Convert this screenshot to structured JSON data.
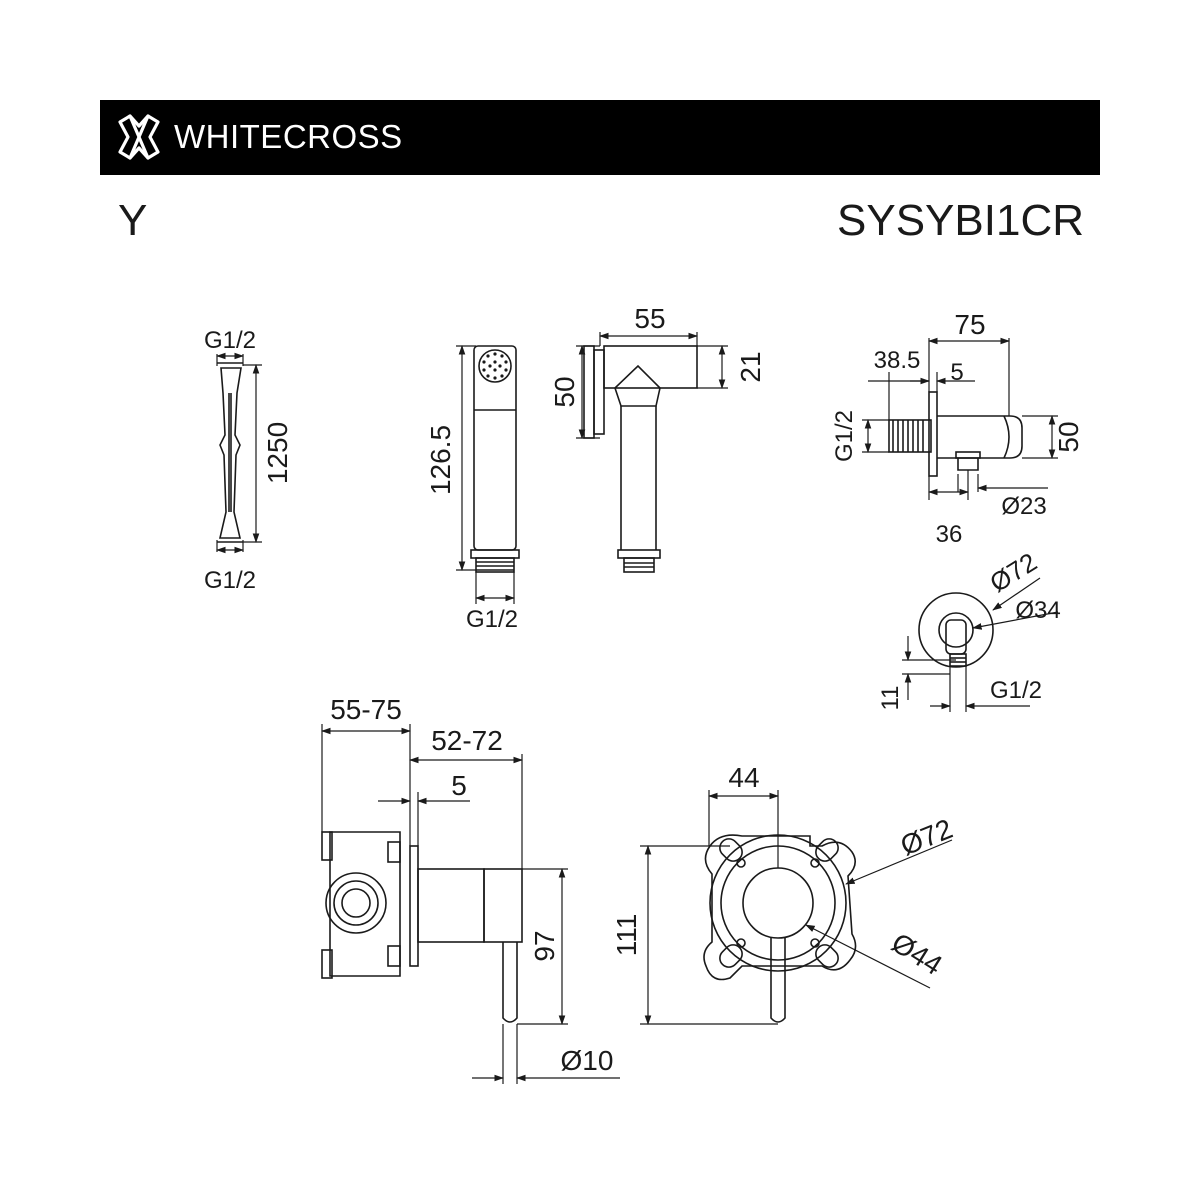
{
  "header": {
    "brand": "WHITECROSS",
    "series": "Y",
    "model": "SYSYBI1CR",
    "colors": {
      "banner": "#000000",
      "brand_text": "#ffffff",
      "line": "#1a1a1a"
    },
    "logo_icon": "cross-knot-logo-icon"
  },
  "dimensions": {
    "hose_thread_top": "G1/2",
    "hose_length": "1250",
    "hose_thread_bottom": "G1/2",
    "handspray_length": "126.5",
    "handspray_thread": "G1/2",
    "handspray_width": "55",
    "handspray_holder_height": "50",
    "handspray_head": "21",
    "elbow_depth": "75",
    "elbow_offset": "38.5",
    "elbow_flange": "5",
    "elbow_thread": "G1/2",
    "elbow_height": "50",
    "elbow_outlet_distance": "36",
    "elbow_outlet_diameter": "Ø23",
    "elbow_plate_diameter": "Ø72",
    "elbow_body_diameter": "Ø34",
    "elbow_front_offset": "11",
    "elbow_front_thread": "G1/2",
    "mixer_install_depth": "55-75",
    "mixer_projection": "52-72",
    "mixer_flange": "5",
    "mixer_height": "97",
    "mixer_lever_diameter": "Ø10",
    "mixer_body_width": "44",
    "mixer_total_height": "111",
    "mixer_plate_diameter": "Ø72",
    "mixer_body_diameter": "Ø44"
  }
}
